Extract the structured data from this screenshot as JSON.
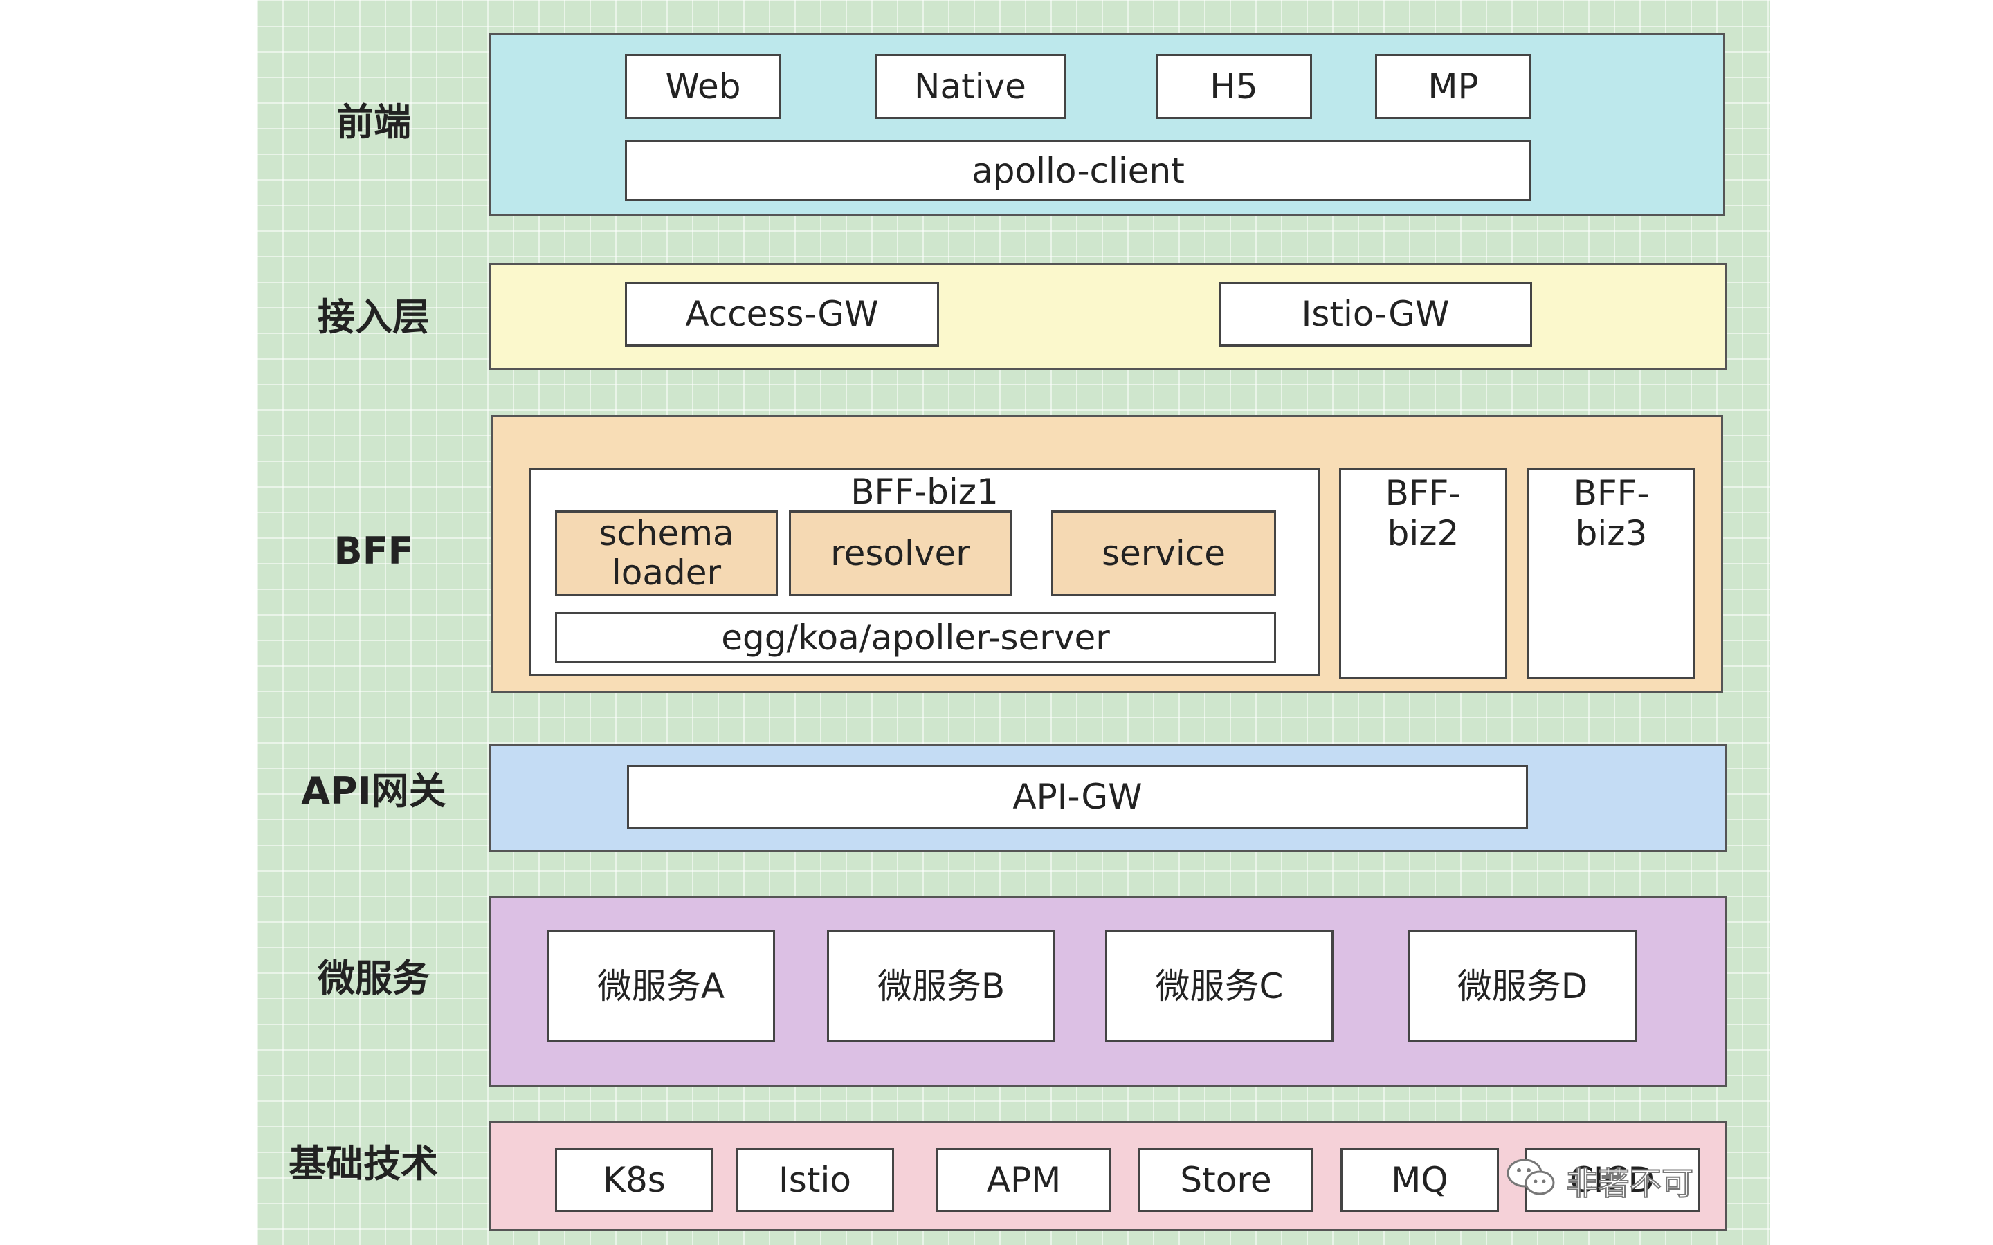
{
  "colors": {
    "board": "#cfe6cd",
    "frontend": "#bde8ec",
    "access": "#fbf8cc",
    "bff": "#f8ddb6",
    "bff_inner": "#f5d9b3",
    "apigw": "#c4dcf4",
    "micro": "#dcc0e4",
    "infra": "#f5d1d8"
  },
  "layers": {
    "frontend": {
      "label": "前端",
      "items": [
        "Web",
        "Native",
        "H5",
        "MP"
      ],
      "client": "apollo-client"
    },
    "access": {
      "label": "接入层",
      "items": [
        "Access-GW",
        "Istio-GW"
      ]
    },
    "bff": {
      "label": "BFF",
      "biz1": {
        "title": "BFF-biz1",
        "modules": [
          "schema\nloader",
          "resolver",
          "service"
        ],
        "server": "egg/koa/apoller-server"
      },
      "biz2": "BFF-\nbiz2",
      "biz3": "BFF-\nbiz3"
    },
    "apigw": {
      "label": "API网关",
      "item": "API-GW"
    },
    "micro": {
      "label": "微服务",
      "items": [
        "微服务A",
        "微服务B",
        "微服务C",
        "微服务D"
      ]
    },
    "infra": {
      "label": "基础技术",
      "items": [
        "K8s",
        "Istio",
        "APM",
        "Store",
        "MQ",
        "CICD"
      ]
    }
  },
  "watermark": {
    "icon": "wechat-icon",
    "text": "非著不可"
  }
}
